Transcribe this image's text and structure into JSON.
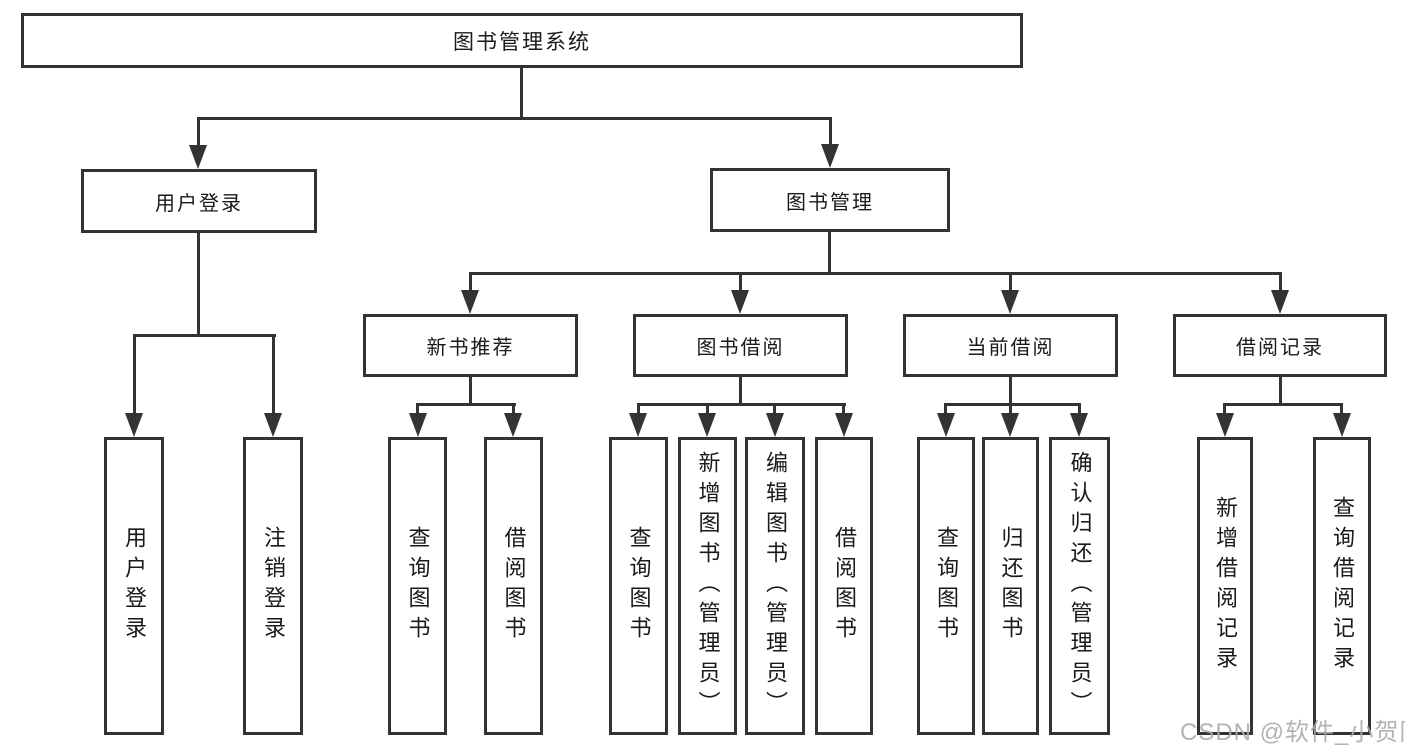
{
  "root": {
    "label": "图书管理系统"
  },
  "level1": [
    {
      "label": "用户登录"
    },
    {
      "label": "图书管理"
    }
  ],
  "level2": [
    {
      "label": "新书推荐"
    },
    {
      "label": "图书借阅"
    },
    {
      "label": "当前借阅"
    },
    {
      "label": "借阅记录"
    }
  ],
  "leaves": [
    {
      "label": "用户登录"
    },
    {
      "label": "注销登录"
    },
    {
      "label": "查询图书"
    },
    {
      "label": "借阅图书"
    },
    {
      "label": "查询图书"
    },
    {
      "label": "新增图书（管理员）"
    },
    {
      "label": "编辑图书（管理员）"
    },
    {
      "label": "借阅图书"
    },
    {
      "label": "查询图书"
    },
    {
      "label": "归还图书"
    },
    {
      "label": "确认归还（管理员）"
    },
    {
      "label": "新增借阅记录"
    },
    {
      "label": "查询借阅记录"
    }
  ],
  "watermark": {
    "text": "CSDN @软件_小贺同学"
  },
  "colors": {
    "line": "#333333",
    "text": "#1a1a1a",
    "watermark": "#ababab",
    "background": "#ffffff"
  }
}
